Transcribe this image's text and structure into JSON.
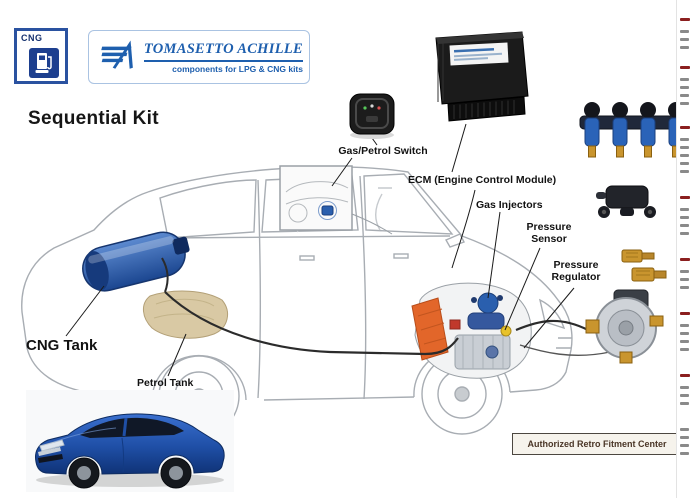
{
  "header": {
    "cng_badge_text": "CNG",
    "brand": {
      "name": "TOMASETTO ACHILLE",
      "tagline": "components for LPG & CNG kits"
    },
    "title": "Sequential Kit"
  },
  "diagram": {
    "labels": {
      "gas_petrol_switch": "Gas/Petrol Switch",
      "ecm": "ECM (Engine Control Module)",
      "gas_injectors": "Gas Injectors",
      "pressure_sensor": "Pressure Sensor",
      "pressure_regulator": "Pressure Regulator",
      "cng_tank": "CNG Tank",
      "petrol_tank": "Petrol Tank"
    },
    "components": [
      "gas-petrol-switch",
      "ecm-module",
      "gas-injector-rail",
      "map-sensor",
      "brass-fittings",
      "pressure-regulator",
      "cng-tank",
      "petrol-tank",
      "dashboard-inset"
    ]
  },
  "footer": {
    "authorized_center": "Authorized Retro Fitment Center"
  },
  "colors": {
    "brand_blue": "#1e5fae",
    "badge_blue": "#1d3f8f",
    "tank_blue": "#1d4590",
    "car_line_gray": "#a8adb3",
    "accent_orange": "#e2662a",
    "regulator_brass": "#c9952e",
    "honda_blue": "#1f4fa6",
    "leader_line": "#1a1a1a"
  }
}
